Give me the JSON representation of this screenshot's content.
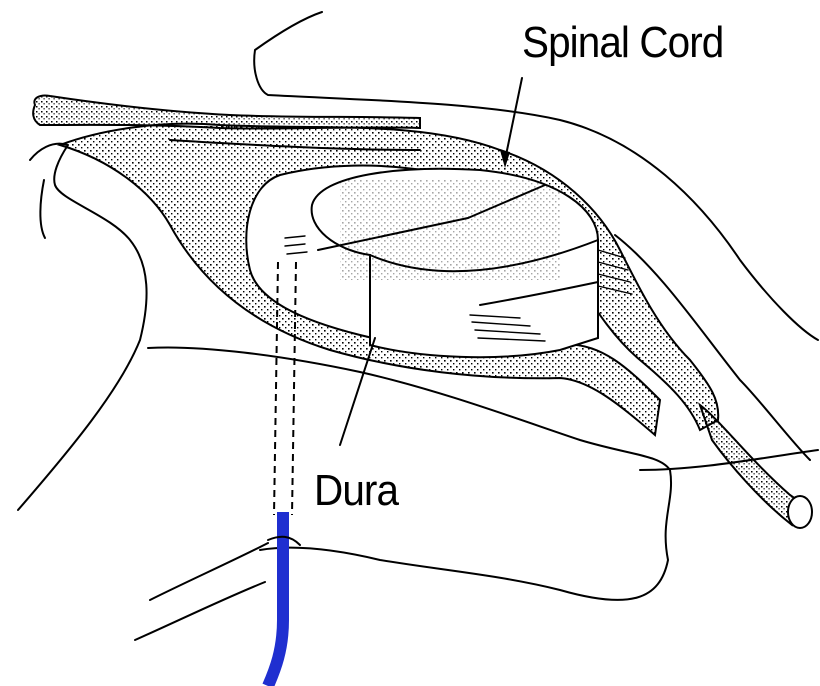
{
  "labels": {
    "spinal_cord": "Spinal Cord",
    "dura": "Dura"
  },
  "colors": {
    "line": "#000000",
    "background": "#ffffff",
    "needle": "#1f2fd0",
    "stipple": "#000000"
  },
  "icons": {
    "arrow": "arrow-pointer"
  }
}
